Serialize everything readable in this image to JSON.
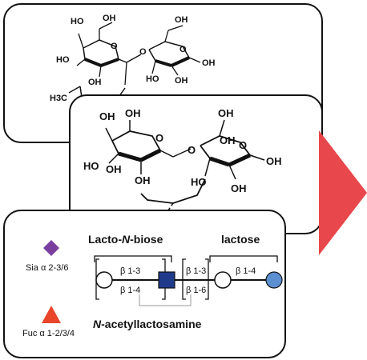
{
  "panel1": {
    "oh_labels": [
      "HO",
      "OH",
      "OH",
      "O",
      "OH",
      "HO",
      "OH",
      "HO",
      "OH"
    ],
    "methyl_label": "H3C"
  },
  "panel2": {
    "oh_labels": [
      "OH",
      "OH",
      "OH",
      "HO",
      "OH",
      "O",
      "OH",
      "HO",
      "OH",
      "OH",
      "OH"
    ]
  },
  "legend": {
    "sia_label": "Sia α 2-3/6",
    "fuc_label": "Fuc α 1-2/3/4",
    "colors": {
      "sia": "#7b3fa0",
      "fuc": "#e8452a",
      "glcnac": "#1f3a8a",
      "glc": "#5b8fd1"
    }
  },
  "structure": {
    "lnb_prefix": "Lacto-",
    "lnb_italic": "N",
    "lnb_suffix": "-biose",
    "lactose": "lactose",
    "lacnac_italic": "N",
    "lacnac_suffix": "-acetyllactosamine",
    "link_b13_left": "β 1-3",
    "link_b14_left": "β 1-4",
    "link_b13_right": "β 1-3",
    "link_b16_right": "β 1-6",
    "link_b14_lactose": "β 1-4"
  },
  "arrow_color": "#e8474b"
}
